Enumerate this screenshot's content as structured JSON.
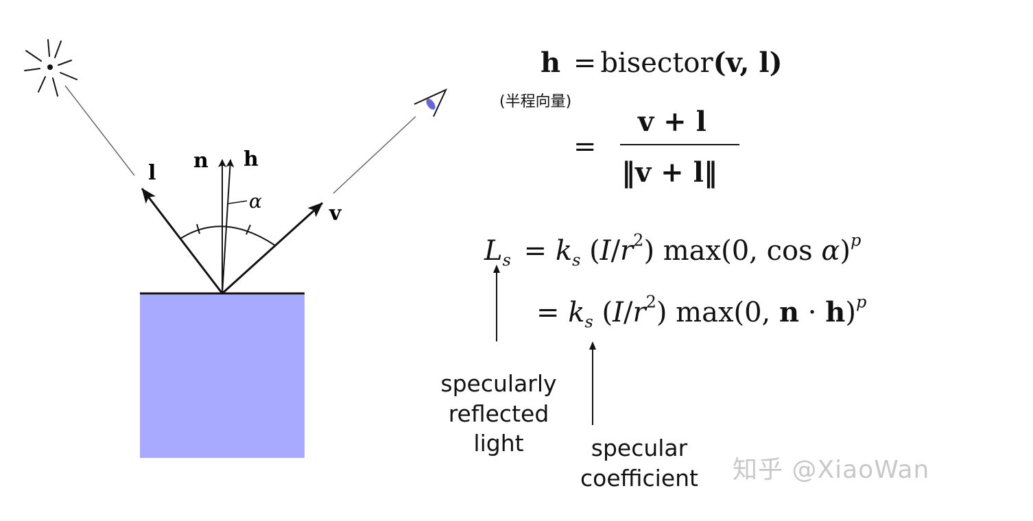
{
  "diagram": {
    "vectors": {
      "l": "l",
      "n": "n",
      "h": "h",
      "v": "v",
      "alpha": "α"
    },
    "colors": {
      "surface_fill": "#a8aaff",
      "ink": "#111111",
      "eye_accent": "#6b63d8"
    },
    "icons": [
      "light-source-icon",
      "eye-icon"
    ]
  },
  "equations": {
    "halfway": {
      "lhs": "h",
      "eq": "=",
      "func": "bisector",
      "args": "(v, l)",
      "note": "(半程向量)",
      "numerator": "v + l",
      "denominator": "‖v + l‖"
    },
    "specular": {
      "lhs": "L",
      "lhs_sub": "s",
      "line1": "= k_s (I/r²) max(0, cos α)^p",
      "line2": "= k_s (I/r²) max(0, n · h)^p"
    }
  },
  "annotations": {
    "specularly_reflected_light": [
      "specularly",
      "reflected",
      "light"
    ],
    "specular_coefficient": [
      "specular",
      "coefficient"
    ]
  },
  "watermark": "知乎 @XiaoWan"
}
